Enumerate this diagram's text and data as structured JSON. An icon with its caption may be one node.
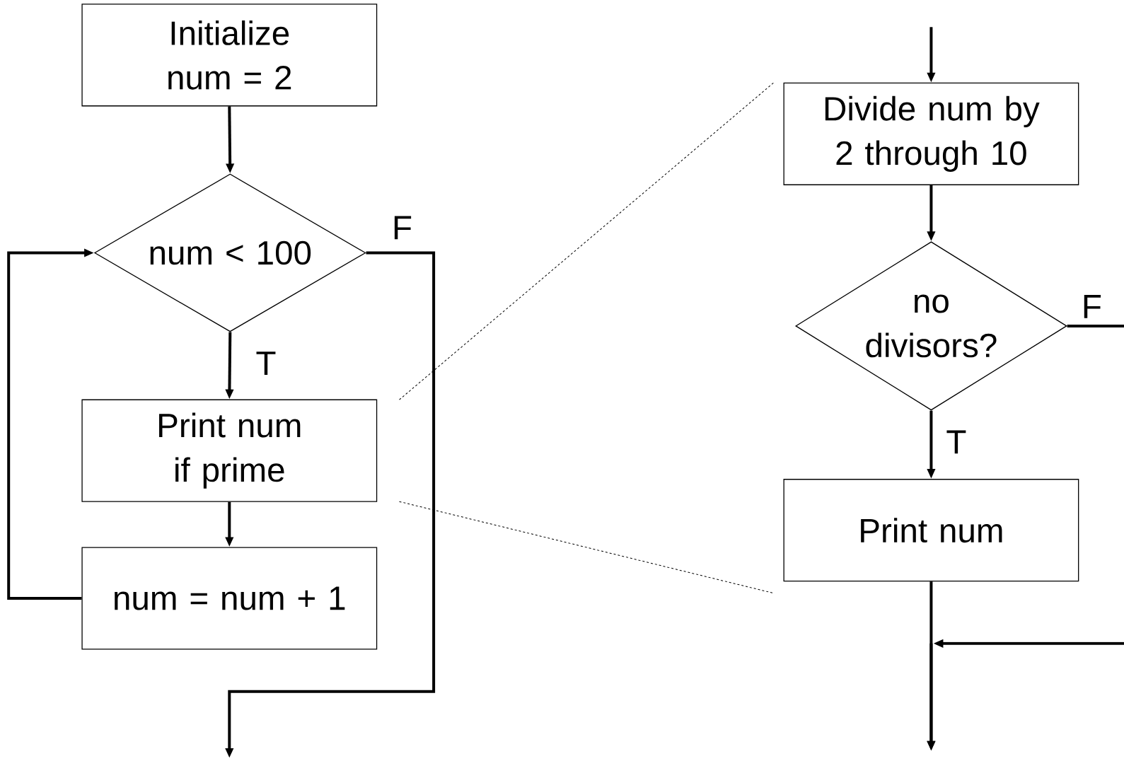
{
  "diagram": {
    "nodes": [
      {
        "text": [
          "Initialize num = 2"
        ]
      },
      {
        "text": [
          "num < 100"
        ]
      },
      {
        "text": [
          "Print num if prime"
        ]
      },
      {
        "text": [
          "num = num + 1"
        ]
      },
      {
        "text": [
          "Divide num by 2 through 10"
        ]
      },
      {
        "text": [
          "no divisors?"
        ]
      },
      {
        "text": [
          "Print num"
        ]
      }
    ],
    "edges": [
      {
        "from": 0,
        "to": 1,
        "arrow": "to"
      },
      {
        "from": 1,
        "to": 2,
        "arrow": "to",
        "label": "T"
      },
      {
        "from": 2,
        "to": 3,
        "arrow": "to"
      },
      {
        "from": 3,
        "to": 1,
        "arrow": "to"
      },
      {
        "from": 1,
        "to": null,
        "arrow": "to",
        "label": "F"
      },
      {
        "from": null,
        "to": 4,
        "arrow": "to"
      },
      {
        "from": 4,
        "to": 5,
        "arrow": "to"
      },
      {
        "from": 5,
        "to": 6,
        "arrow": "to",
        "label": "T"
      },
      {
        "from": 6,
        "to": null,
        "arrow": "to"
      },
      {
        "from": 5,
        "to": null,
        "arrow": "to",
        "label": "F"
      }
    ]
  }
}
